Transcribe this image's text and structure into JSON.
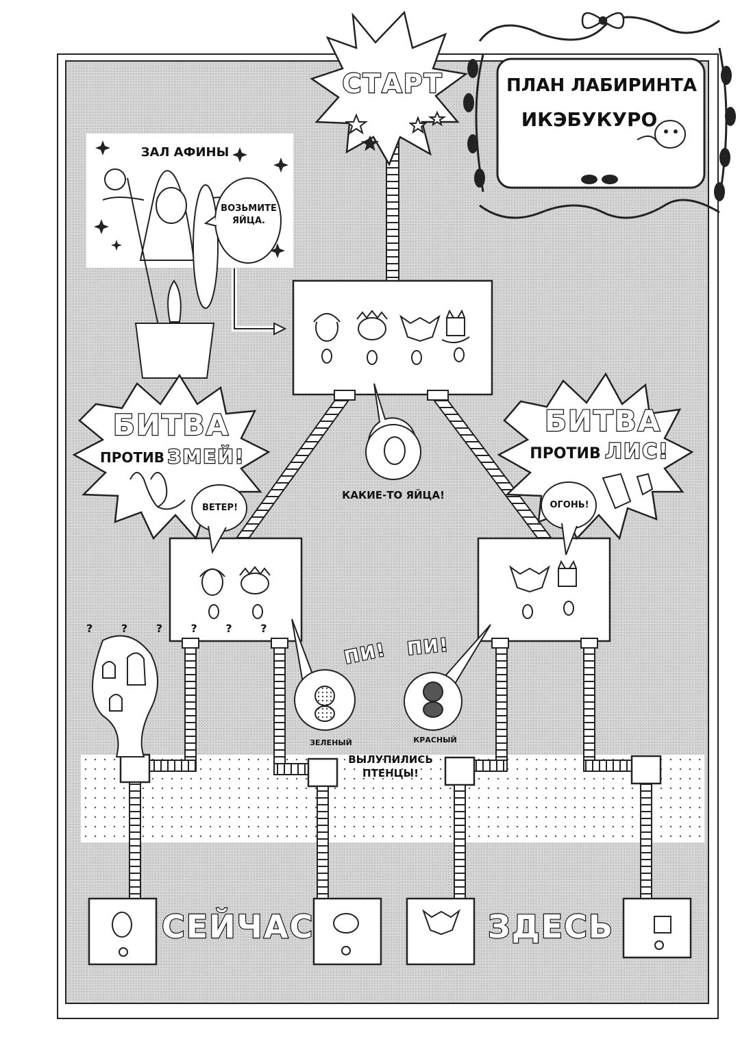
{
  "title_box": {
    "line1": "ПЛАН ЛАБИРИНТА",
    "line2": "ИКЭБУКУРО"
  },
  "start": {
    "label": "СТАРТ"
  },
  "athena": {
    "title": "ЗАЛ АФИНЫ",
    "speech": "ВОЗЬМИТЕ ЯЙЦА."
  },
  "eggs_caption": "КАКИЕ-ТО ЯЙЦА!",
  "battle_left": {
    "line1": "БИТВА",
    "line2_a": "ПРОТИВ",
    "line2_b": "ЗМЕЙ!",
    "shout": "ВЕТЕР!"
  },
  "battle_right": {
    "line1": "БИТВА",
    "line2_a": "ПРОТИВ",
    "line2_b": "ЛИС!",
    "shout": "ОГОНЬ!"
  },
  "chicks": {
    "left": {
      "sound": "ПИ!",
      "color_label": "ЗЕЛЕНЫЙ"
    },
    "right": {
      "sound": "ПИ!",
      "color_label": "КРАСНЫЙ"
    },
    "caption_line1": "ВЫЛУПИЛИСЬ",
    "caption_line2": "ПТЕНЦЫ!"
  },
  "bottom": {
    "word1": "СЕЙЧАС",
    "word2": "ЗДЕСЬ"
  },
  "ghost_marks": "? ? ? ? ? ?"
}
